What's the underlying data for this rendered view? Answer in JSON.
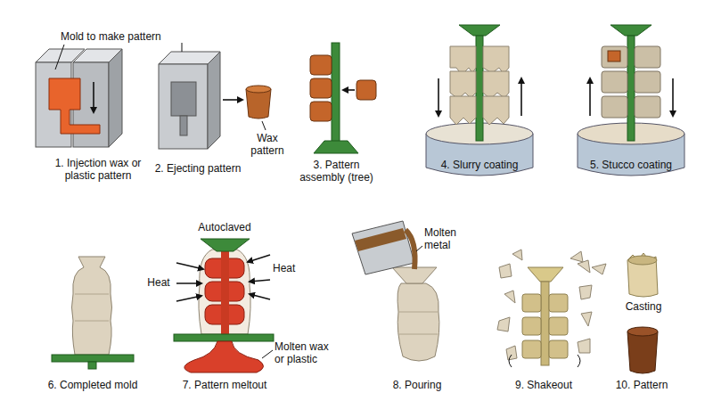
{
  "diagram": {
    "labels": [
      "Mold to make pattern",
      "Wax pattern",
      "1. Injection wax or plastic pattern",
      "2. Ejecting pattern",
      "3. Pattern assembly (tree)",
      "4. Slurry coating",
      "5. Stucco coating",
      "Autoclaved",
      "Heat",
      "Heat",
      "Molten metal",
      "Molten wax or plastic",
      "Casting",
      "6. Completed mold",
      "7. Pattern meltout",
      "8. Pouring",
      "9. Shakeout",
      "10. Pattern"
    ]
  }
}
